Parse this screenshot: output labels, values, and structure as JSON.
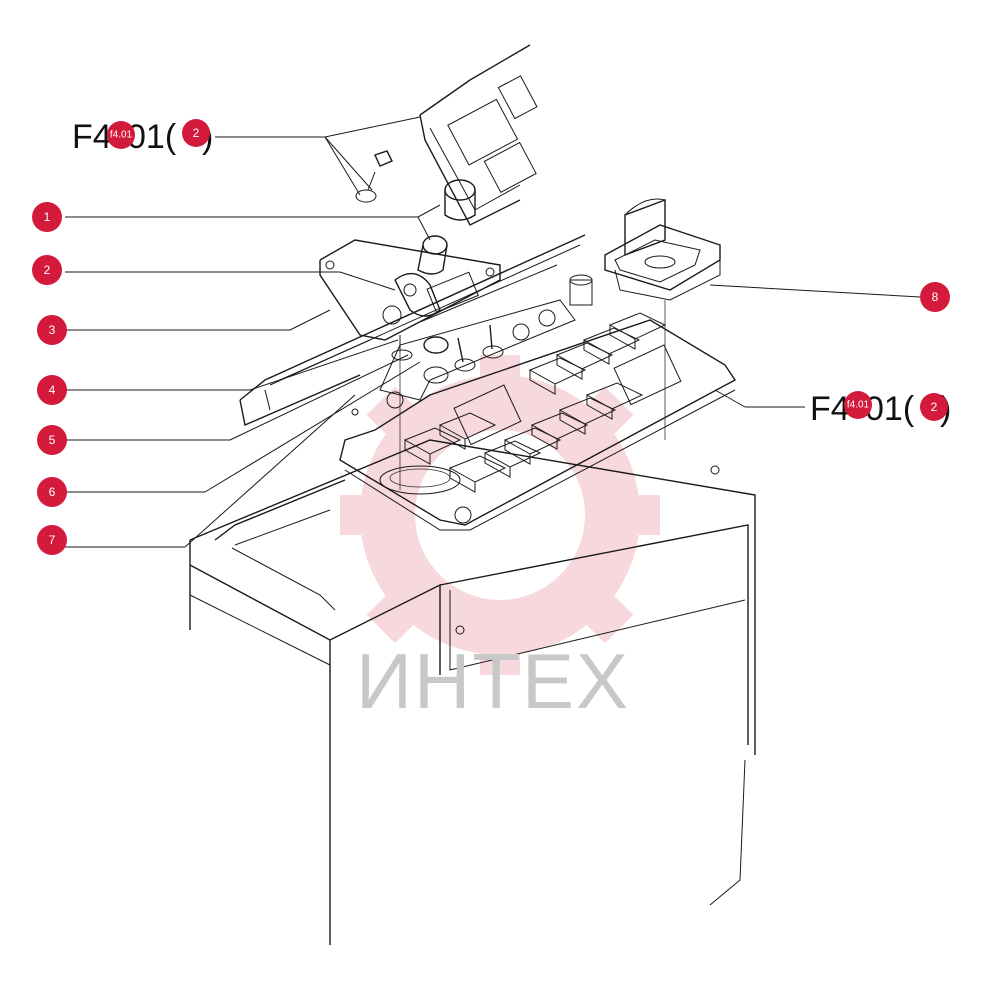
{
  "colors": {
    "marker": "#d31a3a",
    "watermark": "#f2b9c0",
    "watermark_text": "#c8c8c8",
    "line": "#1a1a1a"
  },
  "watermark": {
    "text": "ИНТЕХ"
  },
  "refs": {
    "top": {
      "prefix": "F4",
      "suffix": "01(",
      "close": ")",
      "page_badge": "f4.01",
      "item_badge": "2"
    },
    "right": {
      "prefix": "F4",
      "suffix": "01(",
      "close": ")",
      "page_badge": "f4.01",
      "item_badge": "2"
    }
  },
  "callouts": [
    "1",
    "2",
    "3",
    "4",
    "5",
    "6",
    "7",
    "8"
  ]
}
